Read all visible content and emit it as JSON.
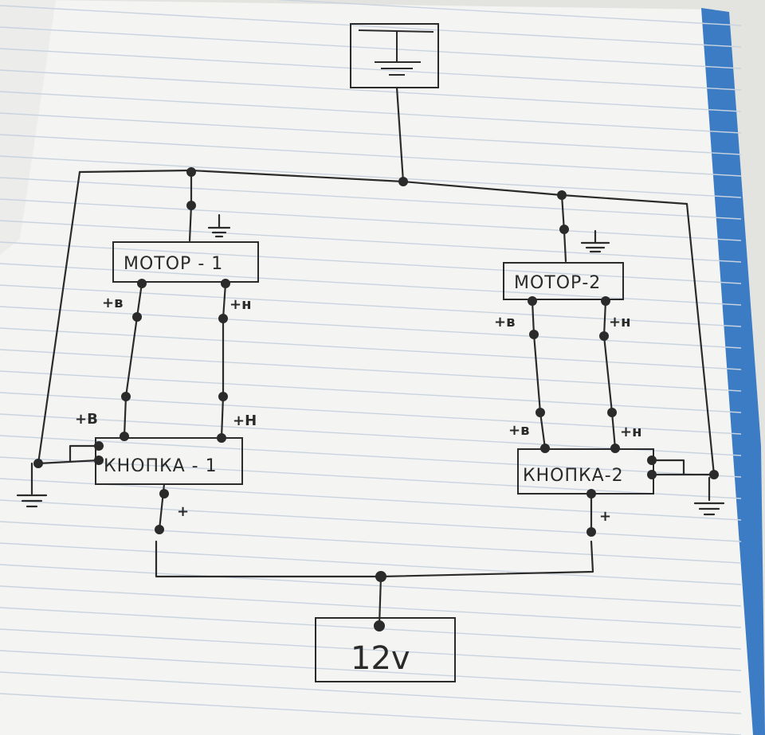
{
  "components": {
    "ground_top": {
      "type": "ground-box"
    },
    "motor1": {
      "label": "МОТОР - 1"
    },
    "motor2": {
      "label": "МОТОР-2"
    },
    "button1": {
      "label": "КНОПКА - 1"
    },
    "button2": {
      "label": "КНОПКА-2"
    },
    "battery": {
      "label": "12v"
    }
  },
  "pins": {
    "motor1_left": "+в",
    "motor1_right": "+н",
    "button1_left": "+В",
    "button1_right": "+Н",
    "motor2_left": "+в",
    "motor2_right": "+н",
    "button2_left": "+в",
    "button2_right": "+н",
    "button1_plus": "+",
    "button2_plus": "+"
  },
  "colors": {
    "paper": "#f4f4f2",
    "rule_line": "#c9d3df",
    "ink": "#2b2b2b",
    "binder": "#3b7cc4"
  }
}
